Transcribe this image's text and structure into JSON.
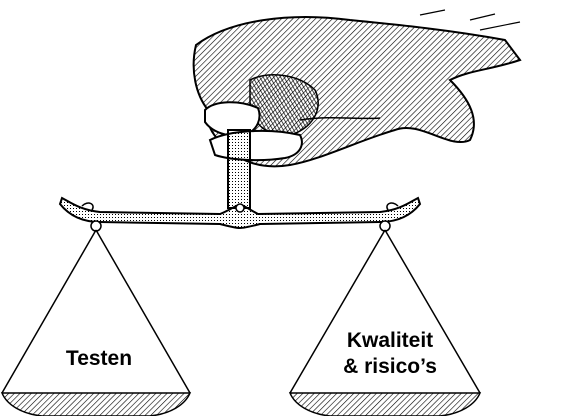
{
  "scale": {
    "left_pan": {
      "label": "Testen"
    },
    "right_pan": {
      "line1": "Kwaliteit",
      "line2": "& risico’s"
    }
  },
  "colors": {
    "ink": "#000000",
    "paper": "#ffffff",
    "shading": "#7a7a7a"
  }
}
